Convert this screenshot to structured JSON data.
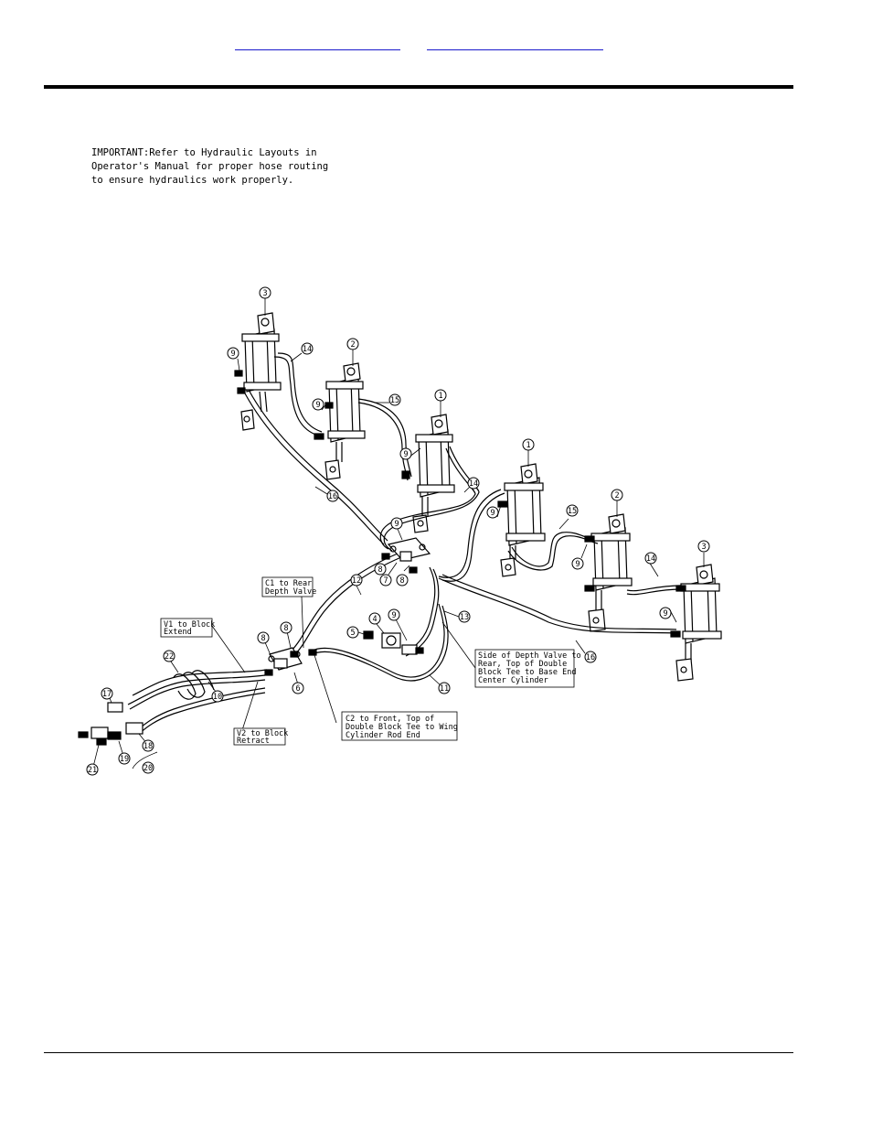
{
  "header": {
    "link_left": "",
    "link_right": ""
  },
  "note": {
    "line1": "IMPORTANT:Refer to Hydraulic Layouts in",
    "line2": "Operator's Manual for proper hose routing",
    "line3": "to ensure hydraulics work properly."
  },
  "callouts": {
    "c1_line1": "C1 to Rear",
    "c1_line2": "Depth Valve",
    "v1_line1": "V1 to Block",
    "v1_line2": "Extend",
    "v2_line1": "V2 to Block",
    "v2_line2": "Retract",
    "c2_line1": "C2 to Front, Top of",
    "c2_line2": "Double Block Tee to Wing",
    "c2_line3": "Cylinder Rod End",
    "side_line1": "Side of Depth Valve to",
    "side_line2": "Rear, Top of Double",
    "side_line3": "Block Tee to Base End",
    "side_line4": "Center Cylinder"
  },
  "parts": [
    "1",
    "2",
    "3",
    "4",
    "5",
    "6",
    "7",
    "8",
    "9",
    "10",
    "11",
    "12",
    "13",
    "14",
    "15",
    "16",
    "17",
    "18",
    "19",
    "20",
    "21",
    "22"
  ]
}
